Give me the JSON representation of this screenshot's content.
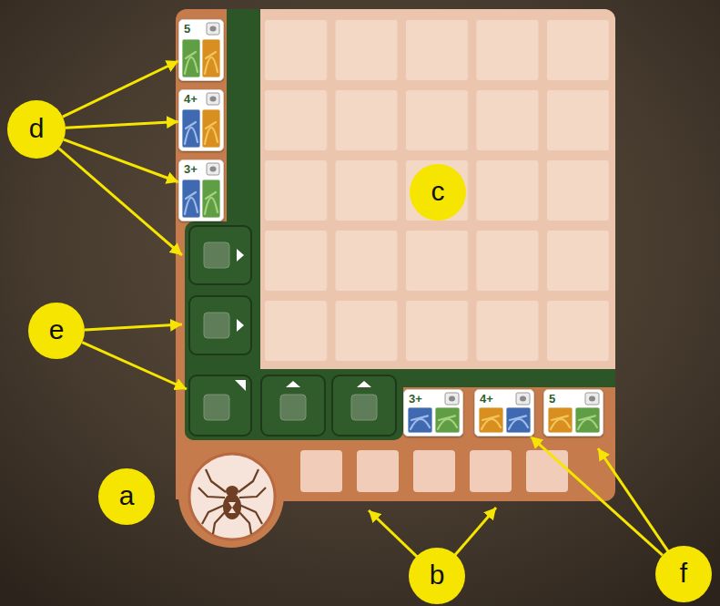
{
  "diagram": {
    "nodes": [
      {
        "text": [
          "d"
        ]
      },
      {
        "text": [
          "5"
        ]
      },
      {
        "text": [
          "4+"
        ]
      },
      {
        "text": [
          "3+"
        ]
      },
      {
        "text": [
          "c"
        ]
      },
      {
        "text": [
          "e"
        ]
      },
      {
        "text": [
          "3+"
        ]
      },
      {
        "text": [
          "4+"
        ]
      },
      {
        "text": [
          "5"
        ]
      },
      {
        "text": [
          "a"
        ]
      },
      {
        "text": [
          "b"
        ]
      },
      {
        "text": [
          "f"
        ]
      }
    ],
    "edges": [
      {
        "from": 0,
        "to": 1,
        "arrow": "to"
      },
      {
        "from": 0,
        "to": 2,
        "arrow": "to"
      },
      {
        "from": 0,
        "to": 3,
        "arrow": "to"
      },
      {
        "from": 11,
        "to": 7,
        "arrow": "to"
      }
    ]
  }
}
